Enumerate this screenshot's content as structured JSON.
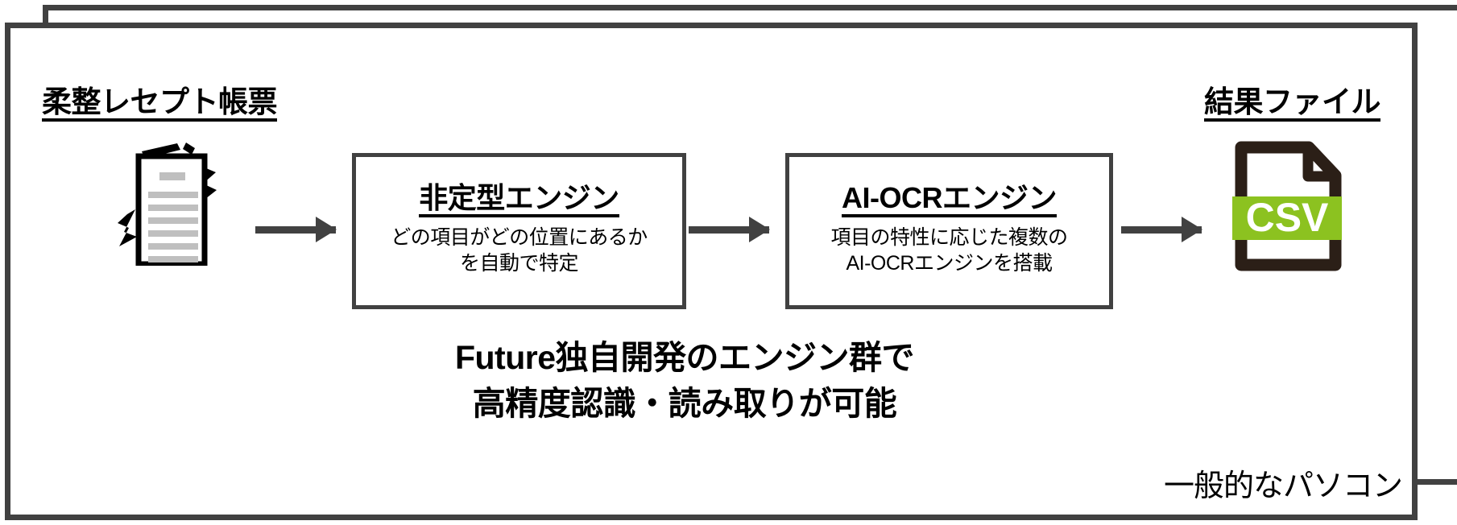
{
  "diagram": {
    "title_source": "柔整レセプト帳票",
    "title_result": "結果ファイル",
    "summary": "Future独自開発のエンジン群で\n高精度認識・読み取りが可能",
    "pc_caption": "一般的なパソコン",
    "csv_label": "CSV",
    "colors": {
      "frame": "#414141",
      "arrow": "#414141",
      "csv_outline": "#2B1F17",
      "csv_band": "#8CC220",
      "text": "#000000",
      "doc_lines": "#BFBFBF",
      "background": "#FFFFFF"
    },
    "boxes": [
      {
        "title": "非定型エンジン",
        "desc": "どの項目がどの位置にあるか\nを自動で特定"
      },
      {
        "title": "AI-OCRエンジン",
        "desc": "項目の特性に応じた複数の\nAI-OCRエンジンを搭載"
      }
    ],
    "icons": {
      "document": "receipt-document-icon",
      "csv": "csv-file-icon",
      "arrow": "right-arrow-icon"
    }
  }
}
